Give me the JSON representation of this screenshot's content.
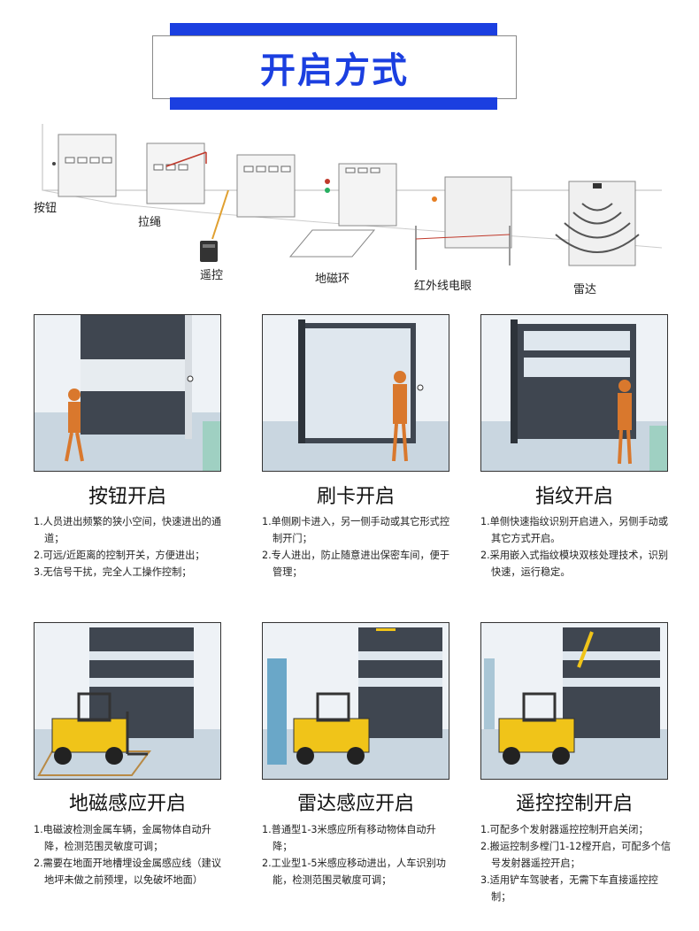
{
  "header": {
    "title": "开启方式"
  },
  "scene": {
    "labels": {
      "button": "按钮",
      "pull_cord": "拉绳",
      "remote": "遥控",
      "ground_loop": "地磁环",
      "infrared": "红外线电眼",
      "radar": "雷达"
    }
  },
  "cards": [
    {
      "title": "按钮开启",
      "lines": [
        "1.人员进出频繁的狭小空间，快速进出的通道；",
        "2.可远/近距离的控制开关，方便进出；",
        "3.无信号干扰，完全人工操作控制；"
      ]
    },
    {
      "title": "刷卡开启",
      "lines": [
        "1.单侧刷卡进入，另一侧手动或其它形式控制开门；",
        "2.专人进出，防止随意进出保密车间，便于管理；"
      ]
    },
    {
      "title": "指纹开启",
      "lines": [
        "1.单侧快速指纹识别开启进入，另侧手动或其它方式开启。",
        "2.采用嵌入式指纹模块双核处理技术，识别快速，运行稳定。"
      ]
    },
    {
      "title": "地磁感应开启",
      "lines": [
        "1.电磁波检测金属车辆，金属物体自动升降，检测范围灵敏度可调；",
        "2.需要在地面开地槽埋设金属感应线（建议地坪未做之前预埋，以免破坏地面）"
      ]
    },
    {
      "title": "雷达感应开启",
      "lines": [
        "1.普通型1-3米感应所有移动物体自动升降；",
        "2.工业型1-5米感应移动进出，人车识别功能，检测范围灵敏度可调；"
      ]
    },
    {
      "title": "遥控控制开启",
      "lines": [
        "1.可配多个发射器遥控控制开启关闭；",
        "2.搬运控制多樘门1-12樘开启，可配多个信号发射器遥控开启；",
        "3.适用铲车驾驶者，无需下车直接遥控控制；"
      ]
    }
  ],
  "colors": {
    "brand_blue": "#1b3fe0",
    "door_dark": "#3f4650",
    "worker_orange": "#d9782d",
    "forklift_yellow": "#f0c419"
  }
}
